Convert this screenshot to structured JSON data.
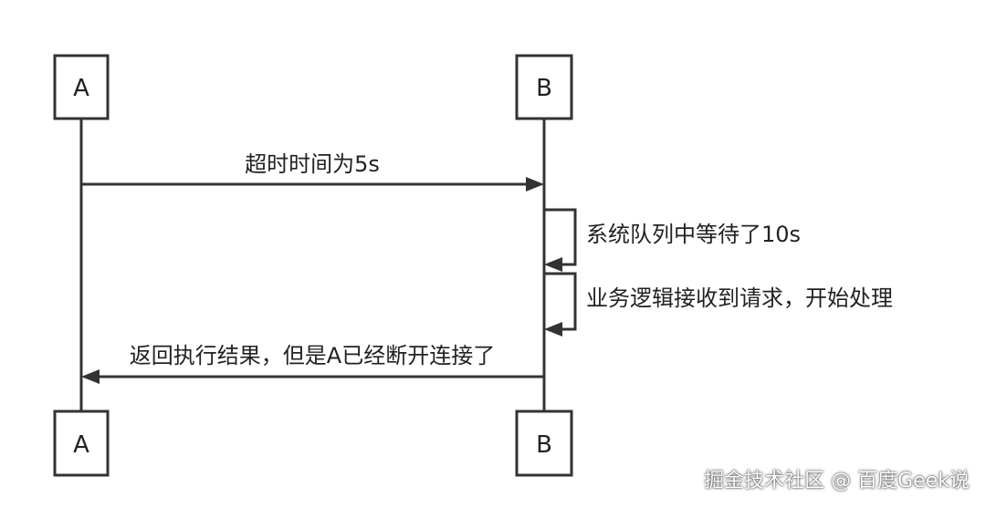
{
  "participants": {
    "a_top": "A",
    "b_top": "B",
    "a_bottom": "A",
    "b_bottom": "B"
  },
  "messages": {
    "request": "超时时间为5s",
    "queue_wait": "系统队列中等待了10s",
    "business_logic": "业务逻辑接收到请求，开始处理",
    "response": "返回执行结果，但是A已经断开连接了"
  },
  "watermark": "掘金技术社区 @ 百度Geek说",
  "colors": {
    "line": "#333333",
    "text": "#222222",
    "background": "#ffffff"
  }
}
